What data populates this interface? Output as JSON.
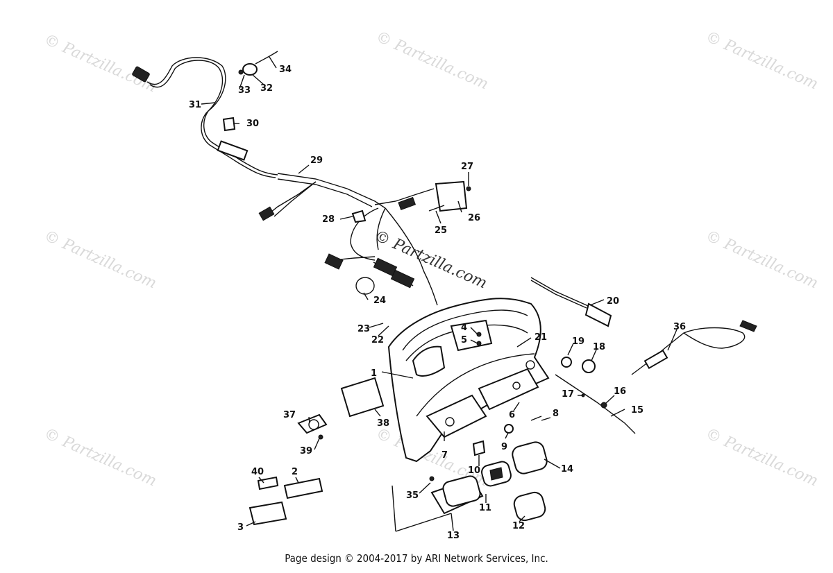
{
  "watermark": "© Partzilla.com",
  "center_watermark": "© Partzilla.com",
  "footer": "Page design © 2004-2017 by ARI Network Services, Inc.",
  "callouts": [
    "1",
    "2",
    "3",
    "4",
    "5",
    "6",
    "7",
    "8",
    "9",
    "10",
    "11",
    "12",
    "13",
    "14",
    "15",
    "16",
    "17",
    "18",
    "19",
    "20",
    "21",
    "22",
    "23",
    "24",
    "25",
    "26",
    "27",
    "28",
    "29",
    "30",
    "31",
    "32",
    "33",
    "34",
    "35",
    "36",
    "37",
    "38",
    "39",
    "40"
  ]
}
